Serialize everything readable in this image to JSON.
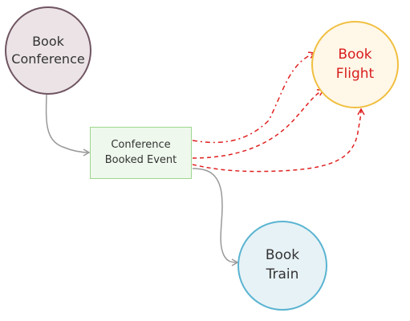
{
  "nodes": {
    "book_conference": {
      "line1": "Book",
      "line2": "Conference"
    },
    "conference_booked_event": {
      "line1": "Conference",
      "line2": "Booked Event"
    },
    "book_flight": {
      "line1": "Book",
      "line2": "Flight"
    },
    "book_train": {
      "line1": "Book",
      "line2": "Train"
    }
  },
  "colors": {
    "book_conference_fill": "#ebe3e6",
    "book_conference_stroke": "#6f5461",
    "event_fill": "#eef8ec",
    "event_stroke": "#9fd68f",
    "book_flight_fill": "#fff7e8",
    "book_flight_stroke": "#f0bf3f",
    "book_flight_text": "#d81e1e",
    "book_train_fill": "#e7f2f6",
    "book_train_stroke": "#5ab4d1",
    "solid_arrow": "#999999",
    "dashed_arrow": "#e02020"
  },
  "edges": [
    {
      "from": "Book Conference",
      "to": "Conference Booked Event",
      "style": "solid"
    },
    {
      "from": "Conference Booked Event",
      "to": "Book Train",
      "style": "solid"
    },
    {
      "from": "Conference Booked Event",
      "to": "Book Flight",
      "style": "dash-dot"
    },
    {
      "from": "Conference Booked Event",
      "to": "Book Flight",
      "style": "dashed"
    },
    {
      "from": "Conference Booked Event",
      "to": "Book Flight",
      "style": "dashed"
    }
  ]
}
